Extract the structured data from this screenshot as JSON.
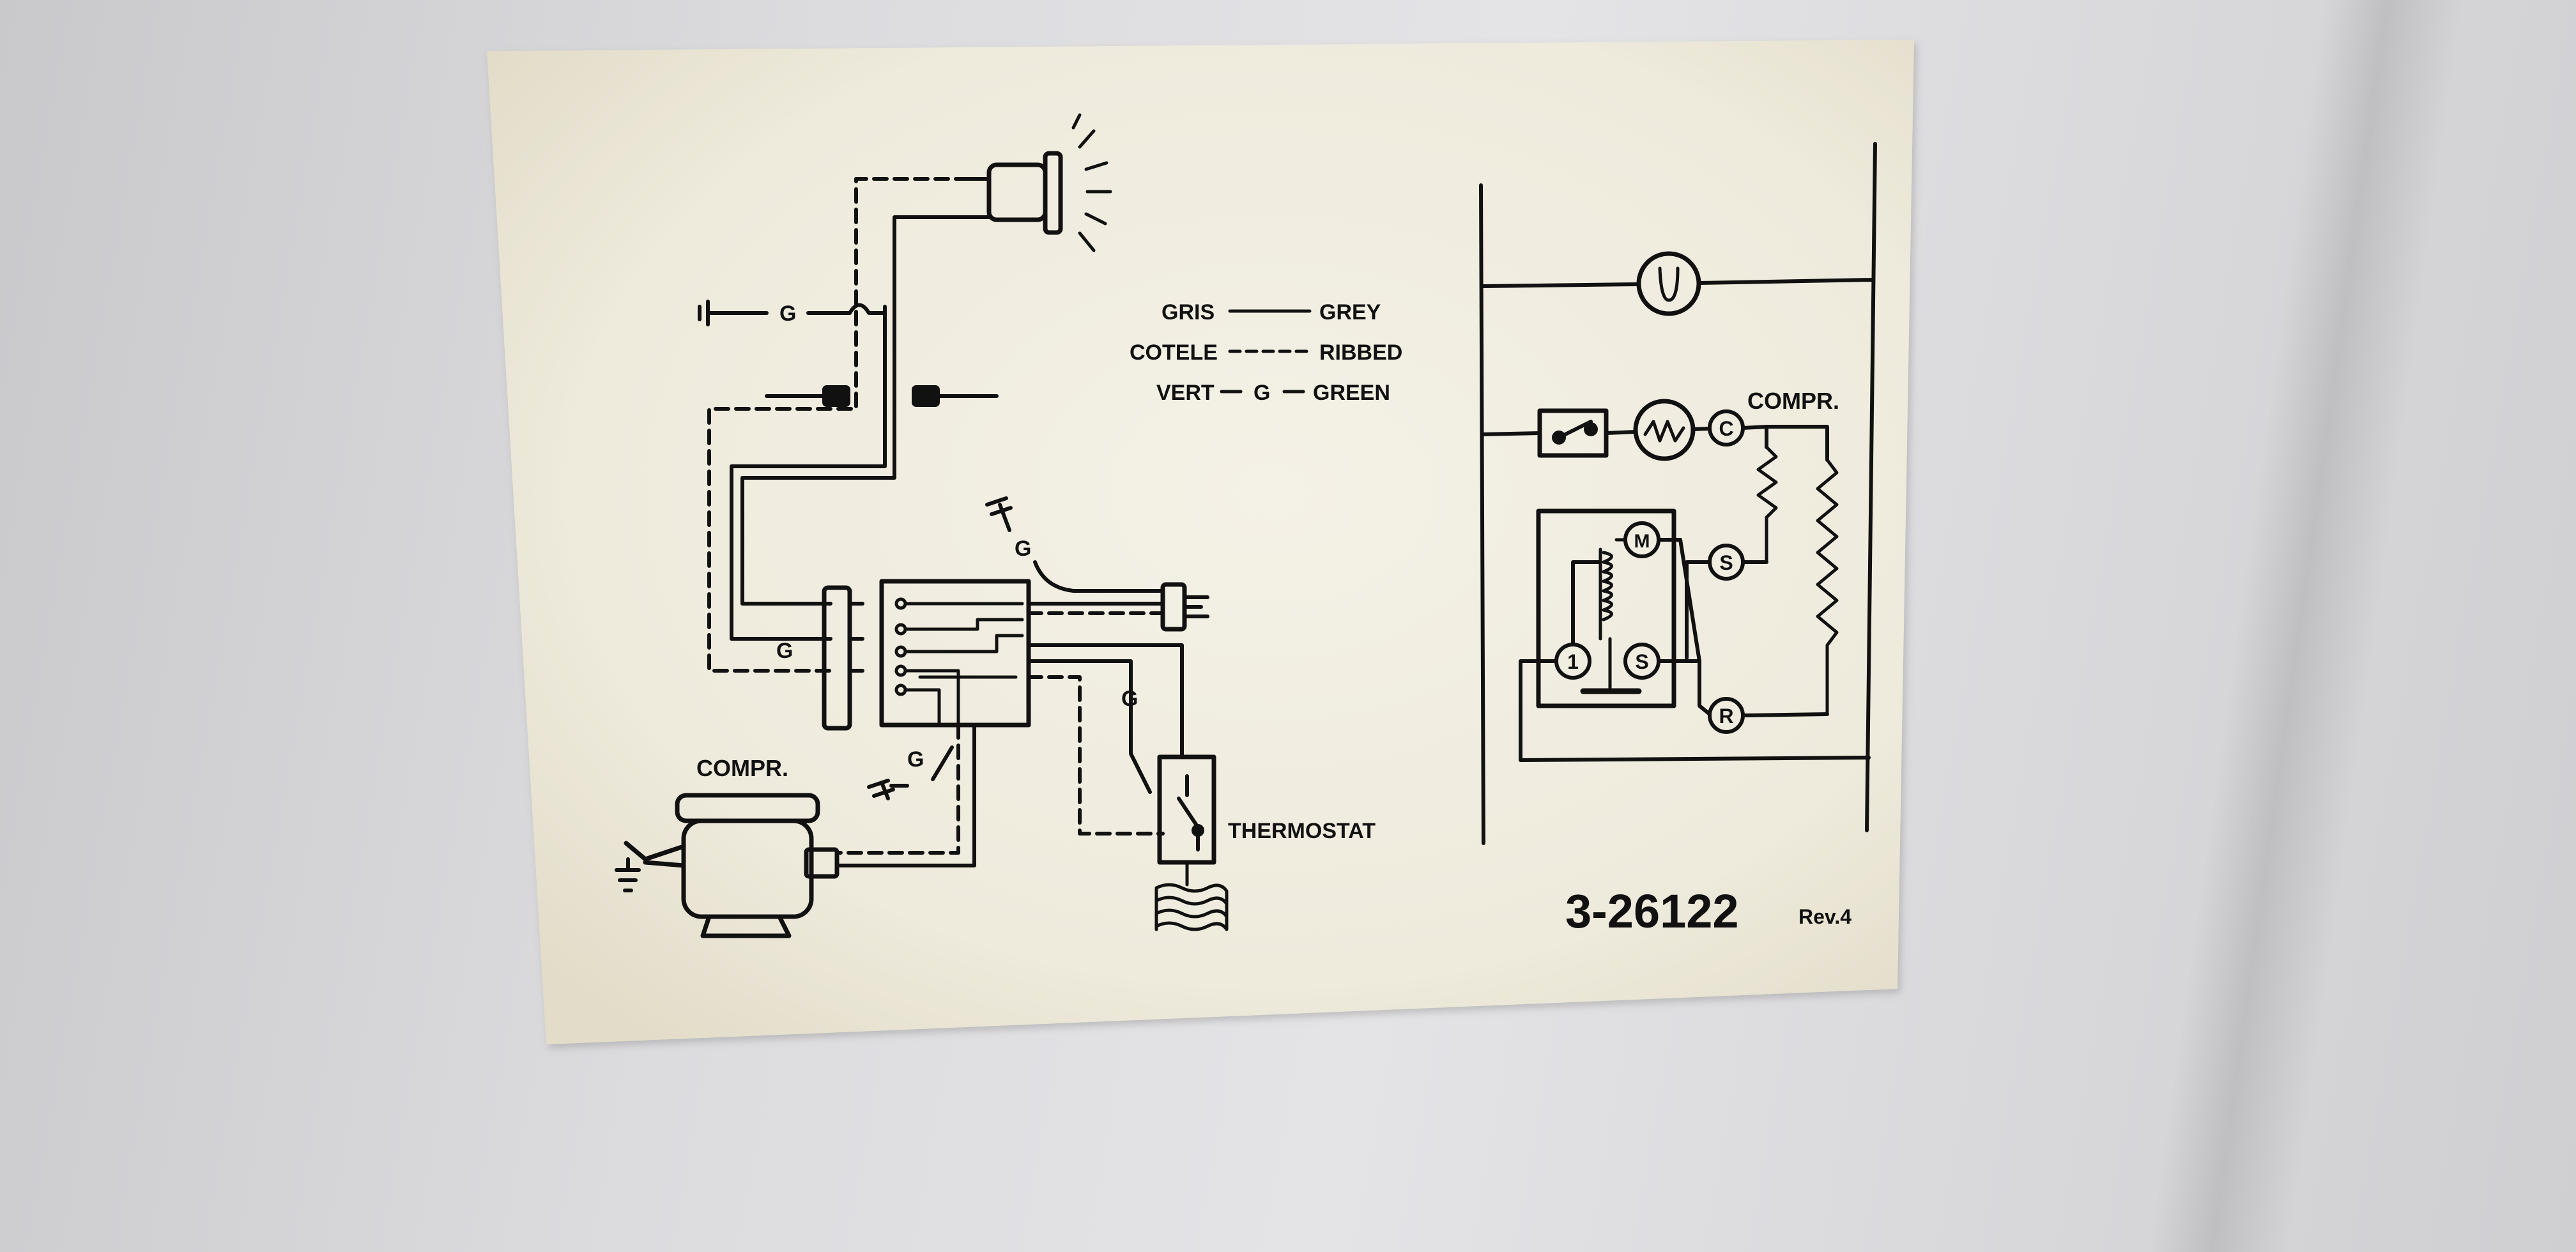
{
  "legend": {
    "rows": [
      {
        "fr": "GRIS",
        "en": "GREY",
        "style": "solid"
      },
      {
        "fr": "COTELE",
        "en": "RIBBED",
        "style": "dashed"
      },
      {
        "fr": "VERT",
        "code": "G",
        "en": "GREEN",
        "style": "green"
      }
    ]
  },
  "pictorial": {
    "ground_mark": "G",
    "ground_mark_2": "G",
    "ground_mark_3": "G",
    "ground_mark_4": "G",
    "ground_mark_5": "G",
    "compressor_label": "COMPR.",
    "thermostat_label": "THERMOSTAT"
  },
  "schematic": {
    "compressor_label": "COMPR.",
    "terminals": {
      "c": "C",
      "s": "S",
      "r": "R",
      "m": "M",
      "s2": "S",
      "one": "1"
    }
  },
  "doc": {
    "number": "3-26122",
    "revision": "Rev.4"
  },
  "colors": {
    "ink": "#111111",
    "paper": "#f1ede0"
  }
}
